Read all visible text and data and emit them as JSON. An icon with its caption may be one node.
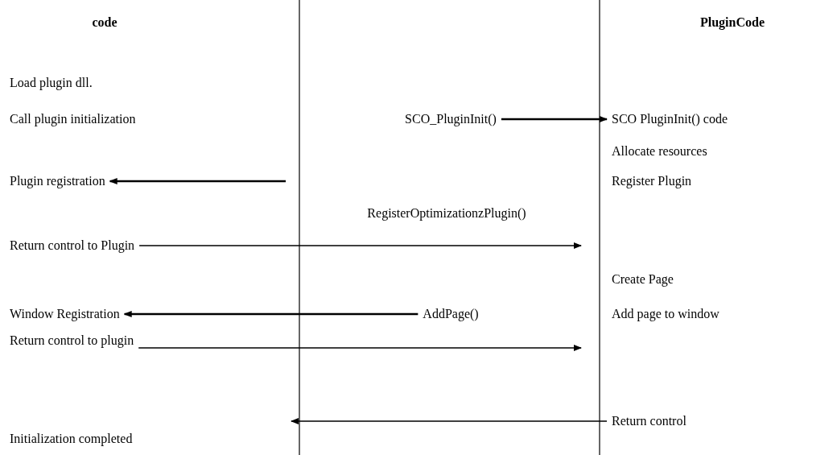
{
  "diagram": {
    "nodes": [
      {
        "text": [
          "SCO_PluginInit()"
        ]
      },
      {
        "text": [
          "SCO PluginInit() code"
        ]
      },
      {
        "text": [
          "Plugin registration"
        ]
      },
      {
        "text": [
          "Return control to Plugin"
        ]
      },
      {
        "text": [
          "Window Registration"
        ]
      },
      {
        "text": [
          "AddPage()"
        ]
      },
      {
        "text": [
          "Return control to plugin"
        ]
      },
      {
        "text": [
          "Return control"
        ]
      }
    ],
    "edges": [
      {
        "from": 0,
        "to": 1,
        "arrow": "to"
      },
      {
        "from": null,
        "to": 2,
        "arrow": "to"
      },
      {
        "from": 3,
        "to": null,
        "arrow": "to",
        "label": "RegisterOptimizationzPlugin()"
      },
      {
        "from": 5,
        "to": 4,
        "arrow": "to"
      },
      {
        "from": 6,
        "to": null,
        "arrow": "to"
      },
      {
        "from": 7,
        "to": null,
        "arrow": "to"
      }
    ],
    "labels": [
      "code",
      "PluginCode",
      "Load plugin dll.",
      "Call plugin initialization",
      "Allocate resources",
      "Register Plugin",
      "Create Page",
      "Add page to window",
      "Initialization completed"
    ]
  }
}
